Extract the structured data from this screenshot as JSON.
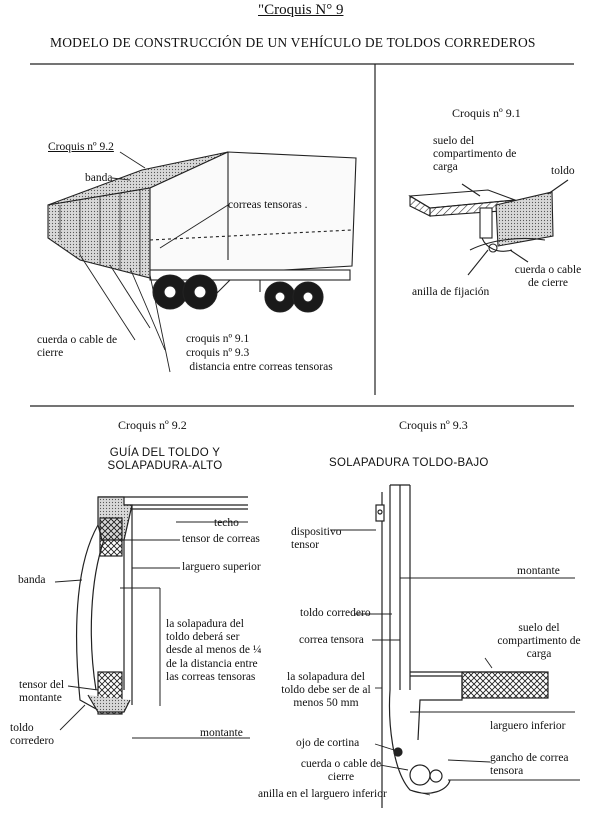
{
  "header": {
    "title": "\"Croquis N° 9",
    "subtitle": "MODELO DE CONSTRUCCIÓN DE UN VEHÍCULO DE TOLDOS CORREDEROS"
  },
  "truck": {
    "ref_9_2": "Croquis nº 9.2",
    "banda": "banda",
    "correas": "correas tensoras .",
    "cuerda": "cuerda o cable de cierre",
    "ref_9_1": "croquis nº 9.1",
    "ref_9_3": "croquis nº 9.3",
    "distancia": "distancia entre correas tensoras"
  },
  "sketch91": {
    "title": "Croquis nº 9.1",
    "suelo": "suelo del compartimento de carga",
    "toldo": "toldo",
    "cuerda": "cuerda o cable de cierre",
    "anilla": "anilla de fijación"
  },
  "sketch92": {
    "title": "Croquis nº 9.2",
    "heading": "GUÍA DEL TOLDO Y SOLAPADURA-ALTO",
    "techo": "techo",
    "tensor_correas": "tensor de correas",
    "larguero_sup": "larguero superior",
    "banda": "banda",
    "nota": "la solapadura del toldo deberá ser desde al menos de ¼ de la distancia entre las correas tensoras",
    "tensor_montante": "tensor del montante",
    "toldo_corredero": "toldo corredero",
    "montante": "montante"
  },
  "sketch93": {
    "title": "Croquis nº 9.3",
    "heading": "SOLAPADURA TOLDO-BAJO",
    "dispositivo": "dispositivo tensor",
    "montante": "montante",
    "toldo_corredero": "toldo corredero",
    "correa_tensora": "correa tensora",
    "suelo": "suelo del compartimento de carga",
    "nota": "la solapadura del toldo debe ser de al menos 50 mm",
    "larguero_inf": "larguero inferior",
    "ojo": "ojo de cortina",
    "gancho": "gancho de correa tensora",
    "cuerda": "cuerda o cable de cierre",
    "anilla": "anilla en el larguero inferior"
  }
}
